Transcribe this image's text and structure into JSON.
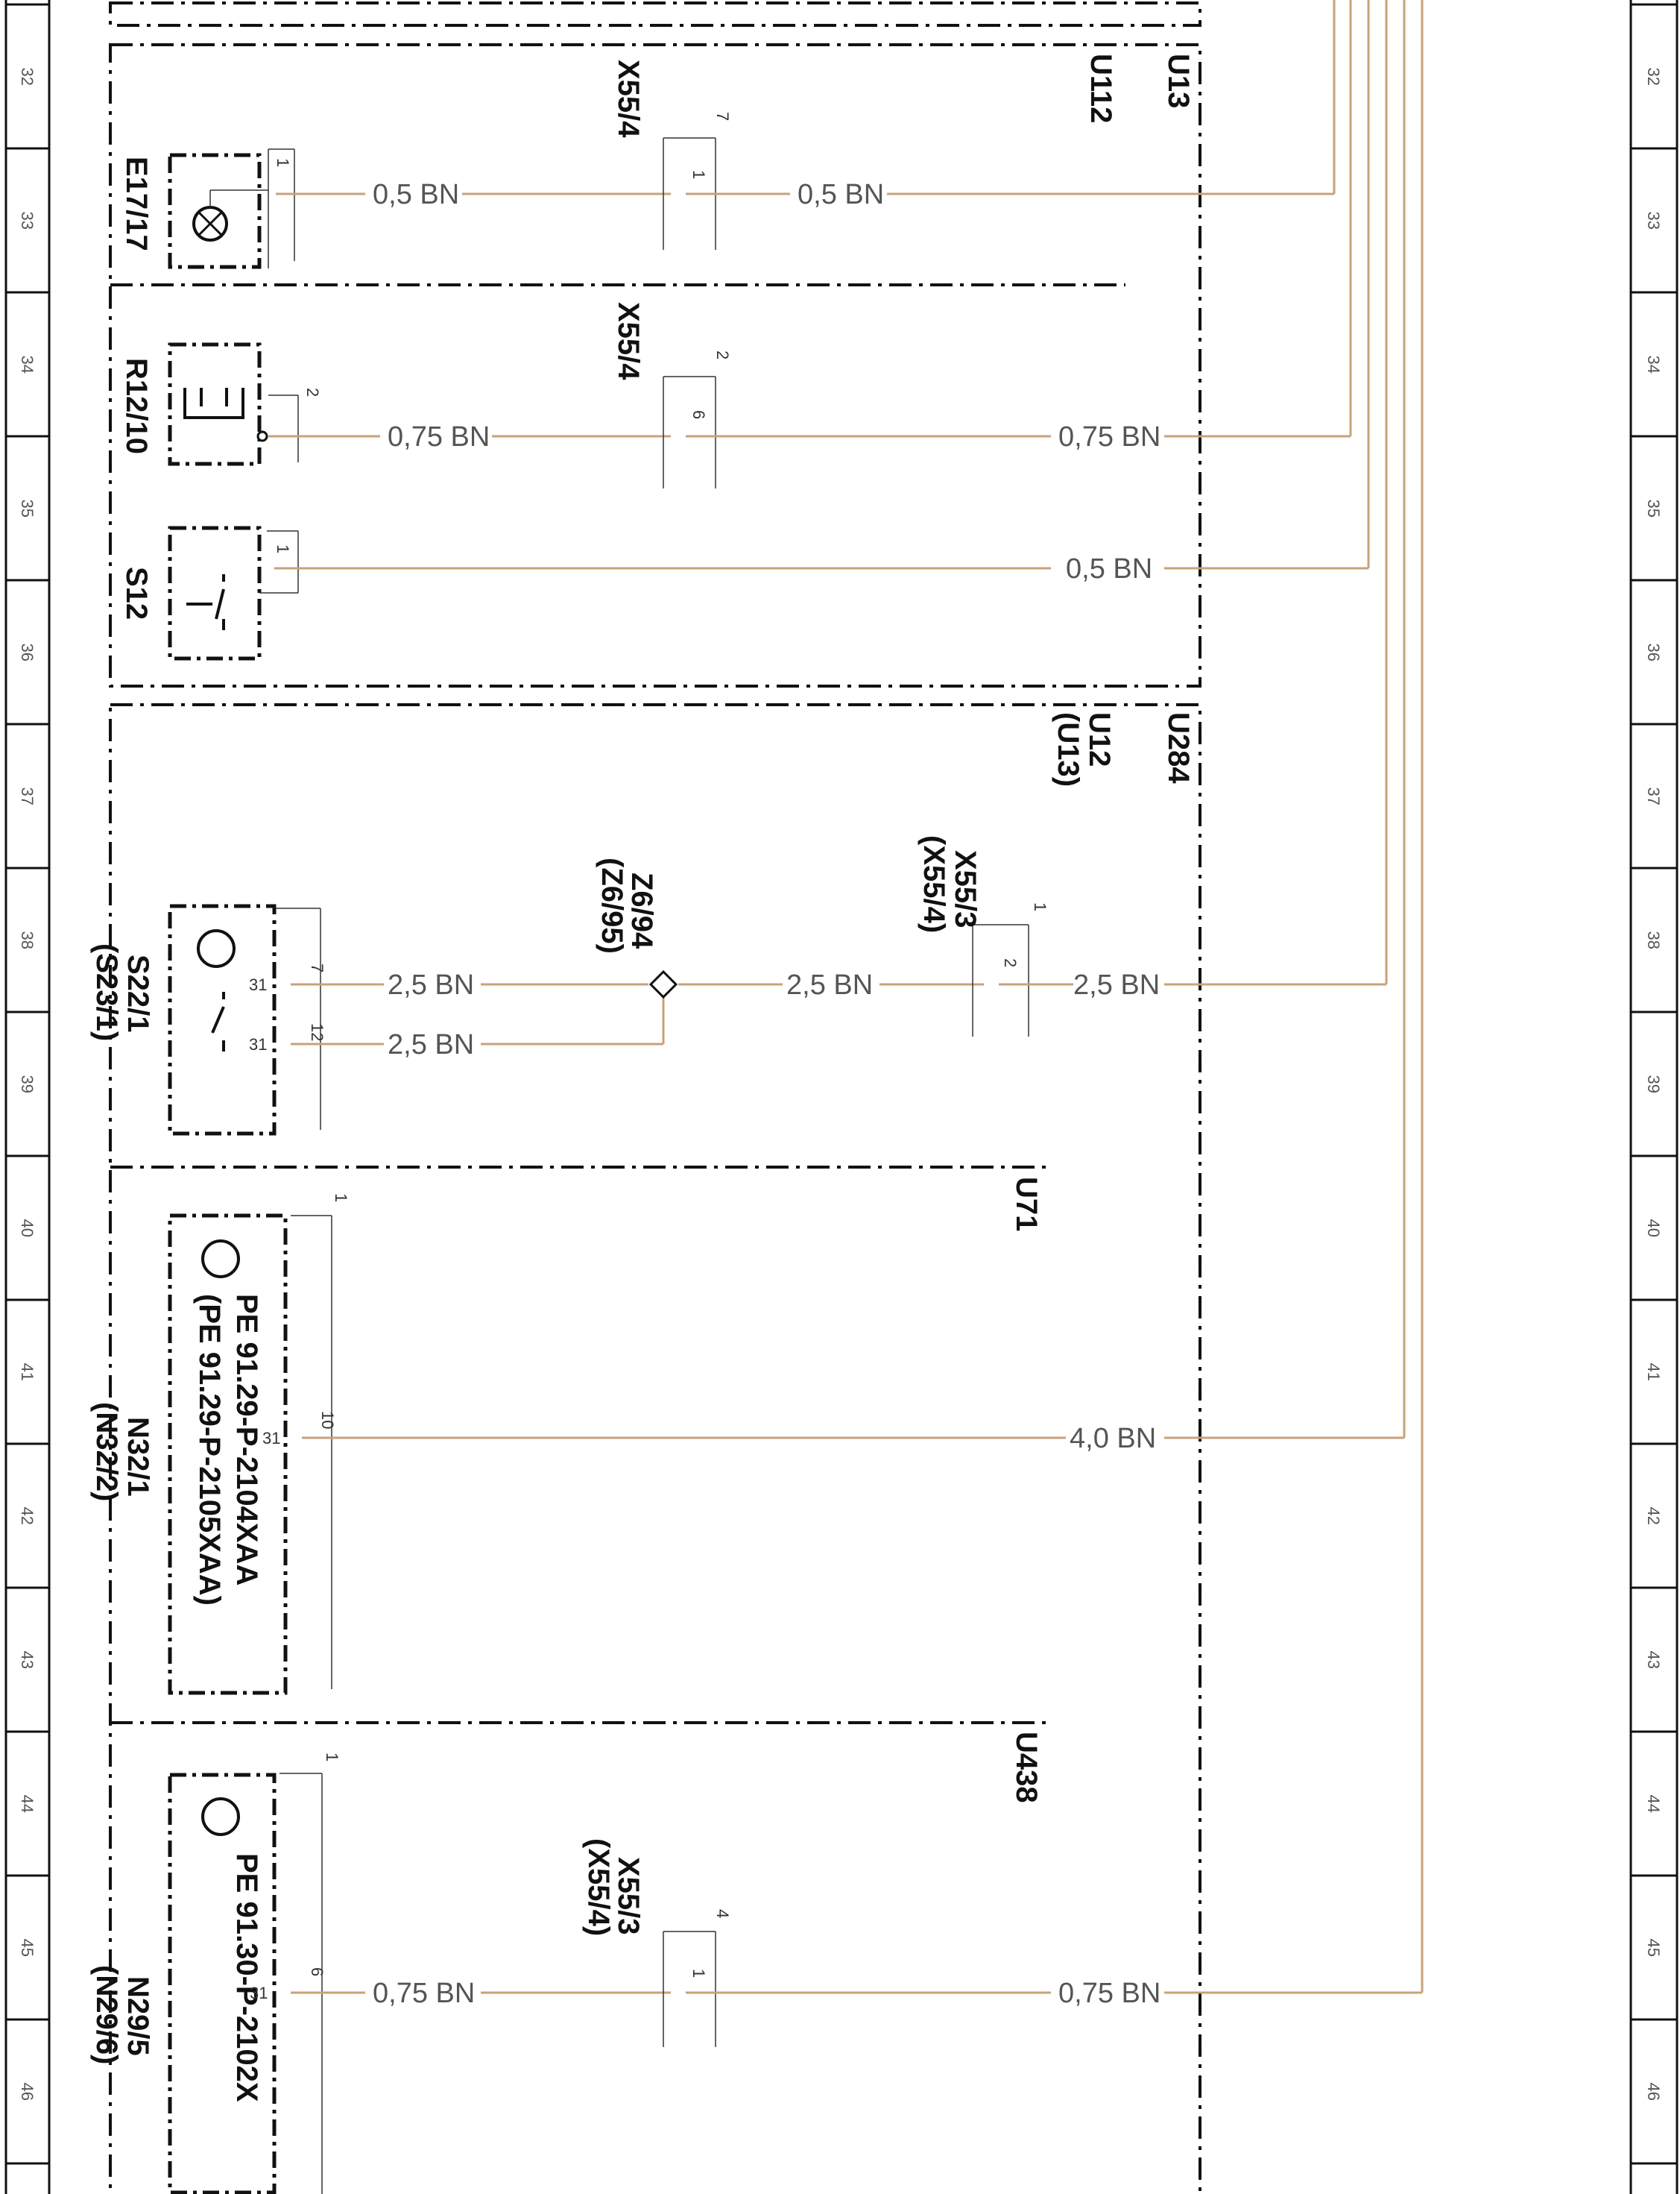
{
  "grid_rows": [
    "32",
    "33",
    "34",
    "35",
    "36",
    "37",
    "38",
    "39",
    "40",
    "41",
    "42",
    "43",
    "44",
    "45",
    "46"
  ],
  "colors": {
    "wire": "#c8a27a",
    "ink": "#111111"
  },
  "groups": {
    "u13": "U13",
    "u112": "U112",
    "u284": "U284",
    "u12": "U12",
    "u12_alt": "(U13)",
    "u71": "U71",
    "u438": "U438"
  },
  "components": {
    "e17": "E17/17",
    "r12": "R12/10",
    "s12": "S12",
    "s22_1": "S22/1",
    "s22_alt": "(S23/1)",
    "n32_1": "N32/1",
    "n32_alt": "(N32/2)",
    "n32_ref1": "PE 91.29-P-2104XAA",
    "n32_ref2": "(PE 91.29-P-2105XAA)",
    "n29_5": "N29/5",
    "n29_alt": "(N29/6)",
    "n29_ref": "PE 91.30-P-2102X"
  },
  "connectors": {
    "x55_4_a": "X55/4",
    "x55_4_b": "X55/4",
    "x55_3_a": "X55/3",
    "x55_3_a_alt": "(X55/4)",
    "z6": "Z6/94",
    "z6_alt": "(Z6/95)",
    "x55_3_b": "X55/3",
    "x55_3_b_alt": "(X55/4)"
  },
  "wires": {
    "w1a": "0,5 BN",
    "w1b": "0,5 BN",
    "w2a": "0,75 BN",
    "w2b": "0,75 BN",
    "w3": "0,5 BN",
    "w4a": "2,5 BN",
    "w4b": "2,5 BN",
    "w4c": "2,5 BN",
    "w4d": "2,5 BN",
    "w5": "4,0 BN",
    "w6a": "0,75 BN",
    "w6b": "0,75 BN"
  },
  "pins": {
    "e17_pin": "1",
    "x1_top": "7",
    "x1_pin": "1",
    "r12_pin": "2",
    "x2_top": "2",
    "x2_pin": "6",
    "s12_pin": "1",
    "s22_p7": "7",
    "s22_p12": "12",
    "s22_g1": "31",
    "s22_g2": "31",
    "x3_top": "1",
    "x3_pin": "2",
    "n32_top": "1",
    "n32_p10": "10",
    "n32_g": "31",
    "n29_top": "1",
    "n29_p6": "6",
    "n29_g": "31",
    "x4_top": "4",
    "x4_pin": "1"
  }
}
